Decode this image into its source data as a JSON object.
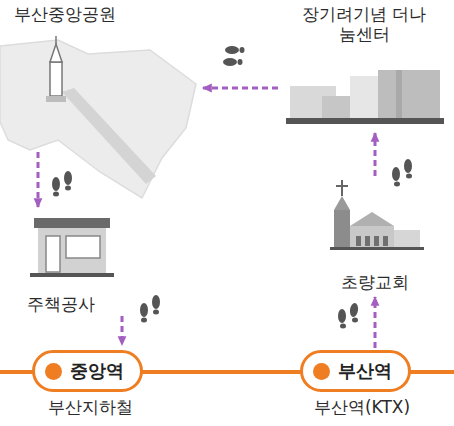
{
  "diagram": {
    "nodes": [
      {
        "text": [
          "부산중앙공원"
        ]
      },
      {
        "text": [
          "장기려기념 더나눔센터"
        ]
      },
      {
        "text": [
          "주책공사"
        ]
      },
      {
        "text": [
          "초량교회"
        ]
      },
      {
        "text": [
          "중앙역"
        ]
      },
      {
        "text": [
          "부산역"
        ]
      }
    ],
    "edges": [
      {
        "from": 5,
        "to": 3,
        "arrow": "to"
      },
      {
        "from": 3,
        "to": 1,
        "arrow": "to"
      },
      {
        "from": 1,
        "to": 0,
        "arrow": "to"
      },
      {
        "from": 0,
        "to": 2,
        "arrow": "to"
      },
      {
        "from": 2,
        "to": 4,
        "arrow": "to"
      }
    ],
    "labels": [
      "부산지하철",
      "부산역(KTX)"
    ]
  }
}
